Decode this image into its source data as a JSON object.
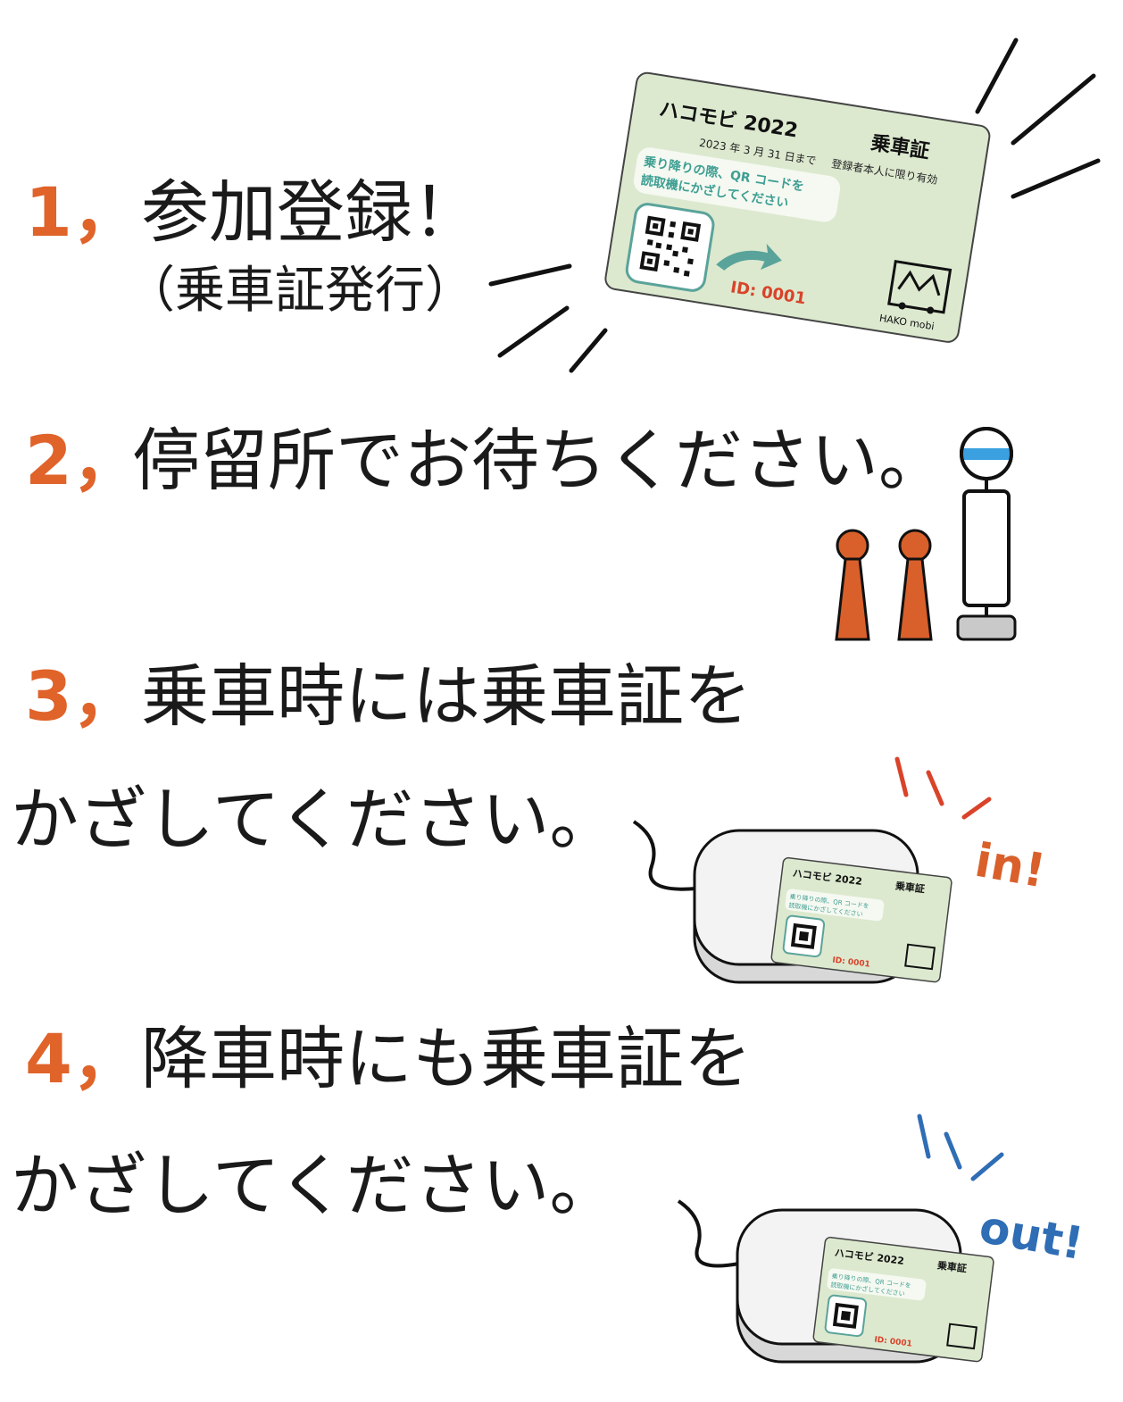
{
  "steps": [
    {
      "num": "1，",
      "line1": "参加登録！",
      "line2": "（乗車証発行）"
    },
    {
      "num": "2，",
      "line1": "停留所でお待ちください。"
    },
    {
      "num": "3，",
      "line1": "乗車時には乗車証を",
      "line2": "かざしてください。",
      "badge": "in!"
    },
    {
      "num": "4，",
      "line1": "降車時にも乗車証を",
      "line2": "かざしてください。",
      "badge": "out!"
    }
  ],
  "card": {
    "title": "ハコモビ 2022",
    "title_right": "乗車証",
    "validity": "2023 年 3 月 31 日まで",
    "owner_note": "登録者本人に限り有効",
    "instruction_line1": "乗り降りの際、QR コードを",
    "instruction_line2": "読取機にかざしてください",
    "id_label": "ID: 0001",
    "brand": "HAKO mobi"
  },
  "colors": {
    "accent_orange": "#e0632a",
    "accent_blue": "#2f6db5",
    "card_green": "#dce9cf",
    "card_teal": "#5aa39a"
  }
}
